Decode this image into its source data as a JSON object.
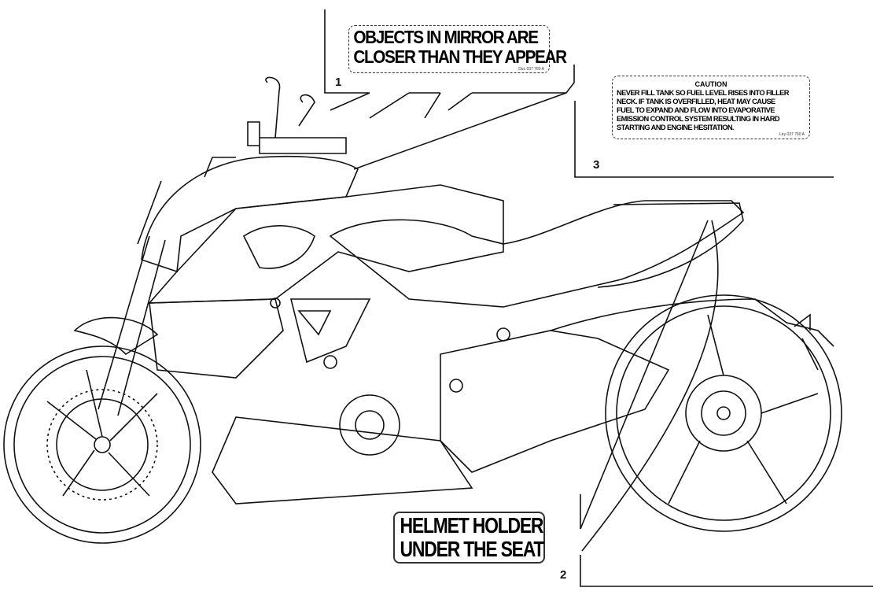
{
  "labels": [
    {
      "number": "1",
      "lines": [
        "OBJECTS IN MIRROR ARE",
        "CLOSER THAN THEY APPEAR"
      ],
      "code": "Duc 037 760 A"
    },
    {
      "number": "2",
      "lines": [
        "HELMET HOLDER",
        "UNDER THE SEAT"
      ]
    },
    {
      "number": "3",
      "heading": "CAUTION",
      "lines": [
        "NEVER FILL TANK SO FUEL LEVEL RISES INTO FILLER",
        "NECK. IF TANK IS OVERFILLED, HEAT MAY CAUSE",
        "FUEL TO EXPAND AND FLOW INTO EVAPORATIVE",
        "EMISSION CONTROL SYSTEM RESULTING IN HARD",
        "STARTING AND ENGINE HESITATION."
      ],
      "code": "Ley 037 760 A"
    }
  ]
}
